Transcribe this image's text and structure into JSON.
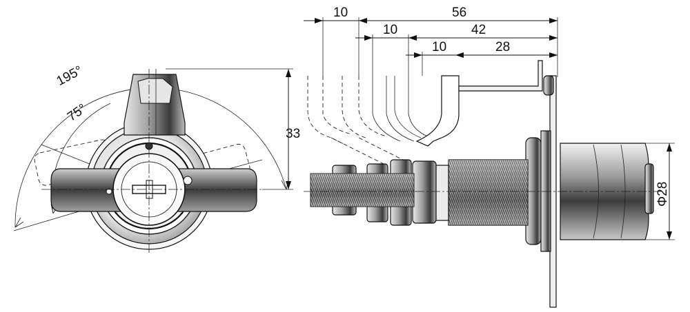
{
  "dimensions": {
    "angle_large": "195°",
    "angle_small": "75°",
    "height_left": "33",
    "top_total": "56",
    "top_first": "10",
    "mid_offset": "10",
    "mid_length": "42",
    "low_offset": "10",
    "low_length": "28",
    "diameter": "Φ28"
  },
  "colors": {
    "line": "#111111",
    "metal_dark": "#3a3a3a",
    "metal_light": "#d6d6d6",
    "metal_mid": "#8a8a8a"
  },
  "icons": {
    "left_view": "cam-lock-front-view",
    "right_view": "cam-lock-side-view"
  }
}
